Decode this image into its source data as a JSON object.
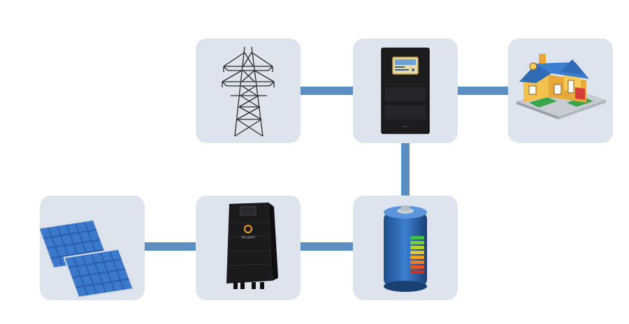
{
  "diagram": {
    "nodes": [
      {
        "id": "grid",
        "icon": "power-tower-icon"
      },
      {
        "id": "hybrid-inverter",
        "icon": "hybrid-inverter-icon"
      },
      {
        "id": "house",
        "icon": "house-icon"
      },
      {
        "id": "solar-panels",
        "icon": "solar-panel-icon"
      },
      {
        "id": "pv-inverter",
        "icon": "pv-inverter-icon",
        "brand_label": "TRUMPF"
      },
      {
        "id": "battery",
        "icon": "battery-icon"
      }
    ],
    "links": [
      {
        "from": "grid",
        "to": "hybrid-inverter"
      },
      {
        "from": "hybrid-inverter",
        "to": "house"
      },
      {
        "from": "hybrid-inverter",
        "to": "battery"
      },
      {
        "from": "solar-panels",
        "to": "pv-inverter"
      },
      {
        "from": "pv-inverter",
        "to": "battery"
      }
    ],
    "colors": {
      "tile": "#dde4ee",
      "link": "#5b8fc4"
    }
  }
}
